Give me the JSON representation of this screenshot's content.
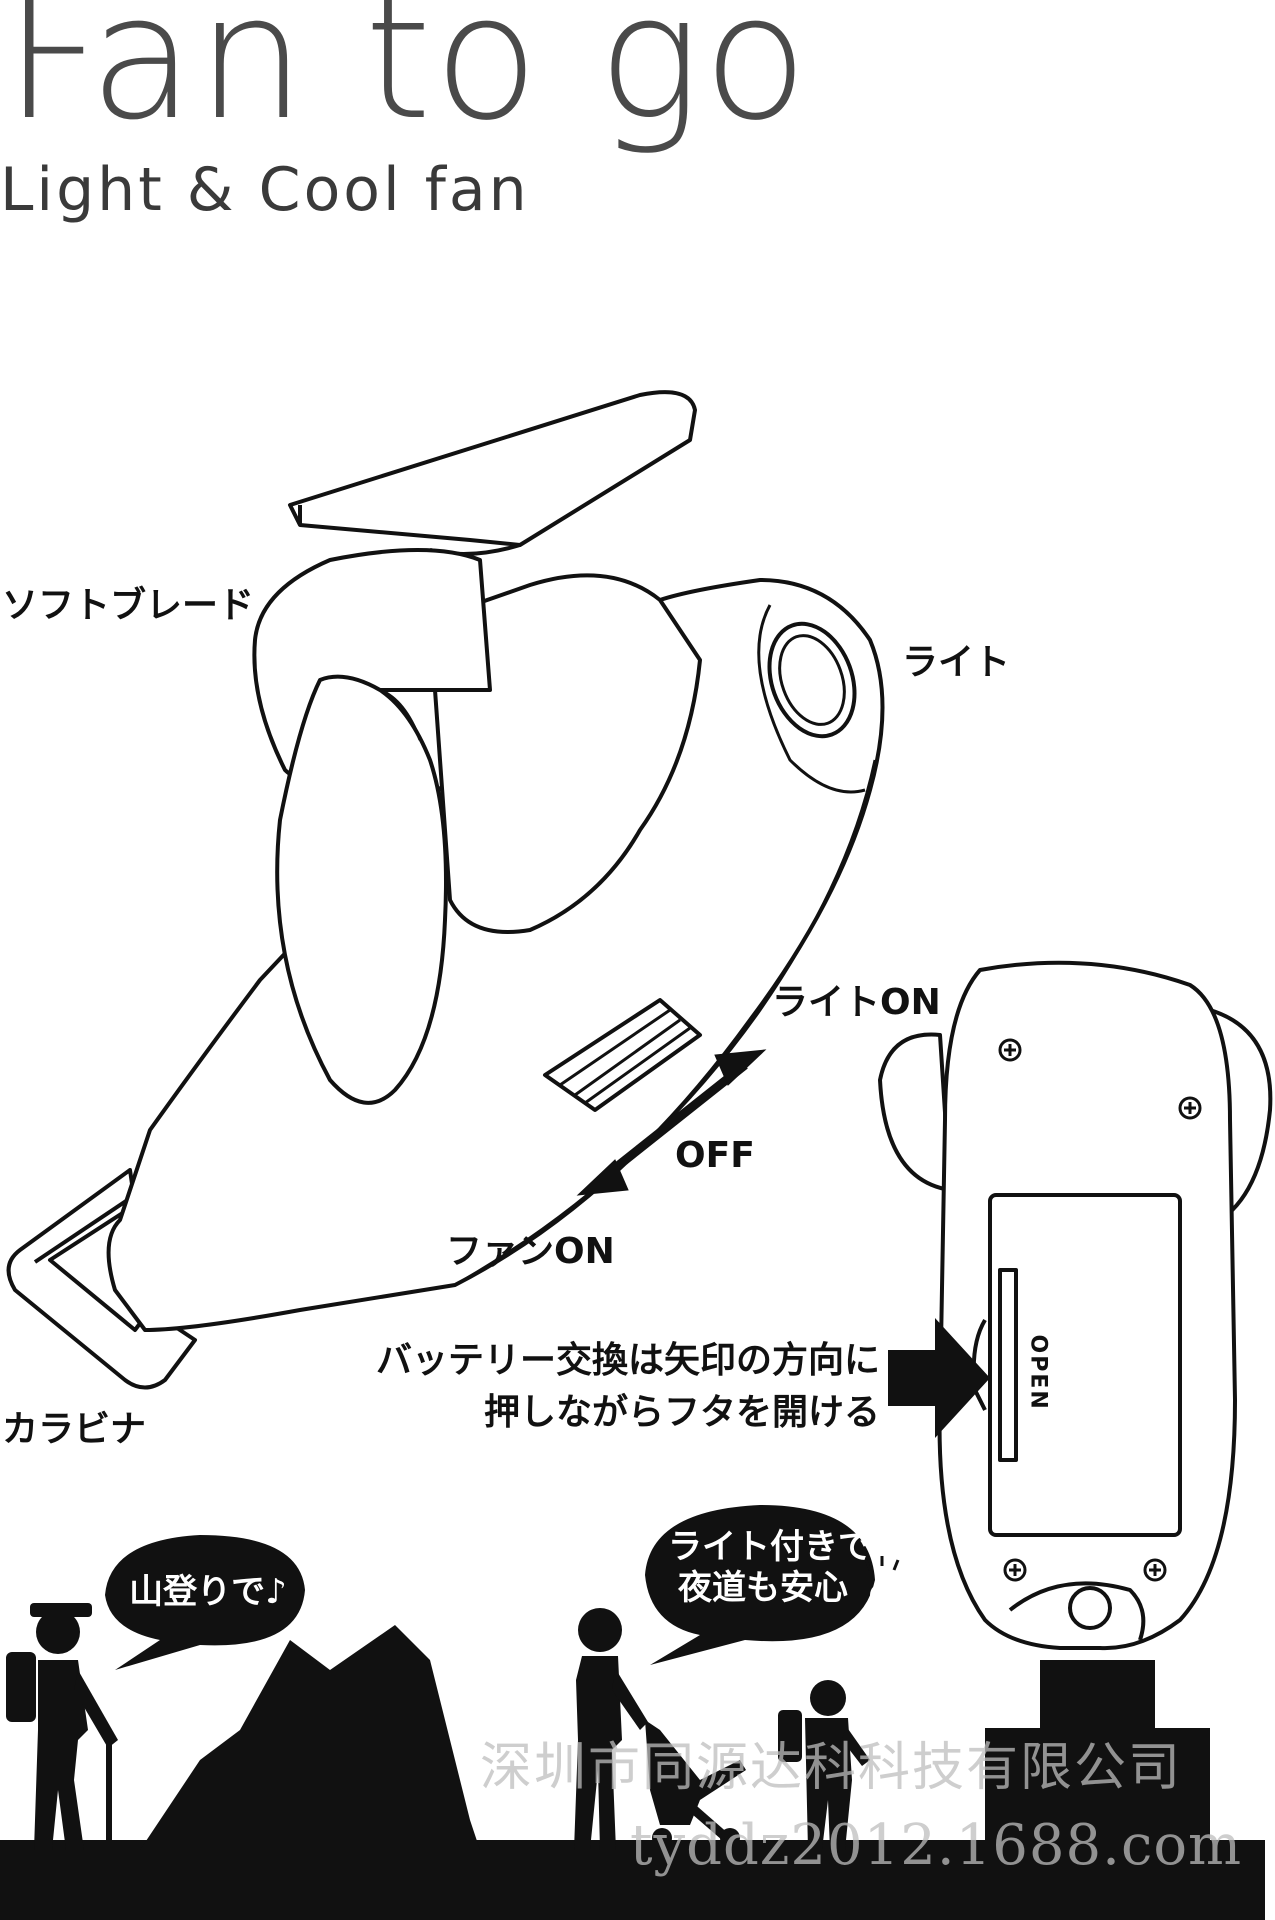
{
  "header": {
    "title": "Fan to go",
    "subtitle": "Light & Cool fan"
  },
  "callouts": {
    "soft_blade": "ソフトブレード",
    "light": "ライト",
    "light_on": "ライトON",
    "off": "OFF",
    "fan_on": "ファンON",
    "carabiner": "カラビナ"
  },
  "battery_note": {
    "line1": "バッテリー交換は矢印の方向に",
    "line2": "押しながらフタを開ける"
  },
  "back_view": {
    "open_label": "OPEN"
  },
  "bubbles": {
    "hiking": "山登りで♪",
    "night_line1": "ライト付きで",
    "night_line2": "夜道も安心"
  },
  "watermark": {
    "company": "深圳市同源达科科技有限公司",
    "url": "tyddz2012.1688.com"
  },
  "icons": [
    "fan-illustration",
    "double-arrow-icon",
    "arrow-right-icon",
    "screw-icon",
    "lightbulb-icon",
    "hiker-silhouette",
    "mountain-silhouette",
    "stroller-silhouette",
    "child-silhouette",
    "building-silhouette"
  ]
}
